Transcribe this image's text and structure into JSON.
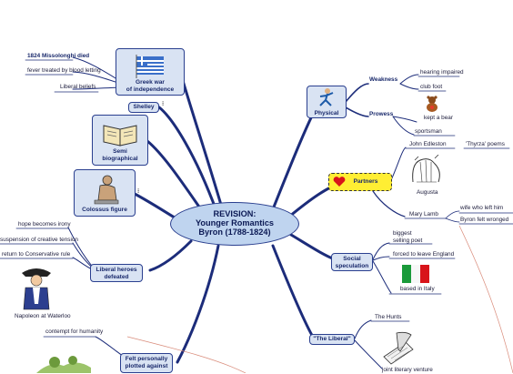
{
  "center": {
    "line1": "REVISION:",
    "line2": "Younger Romantics",
    "line3": "Byron (1788-1824)"
  },
  "topics": {
    "greek_war": {
      "label1": "Greek war",
      "label2": "of independence",
      "children": [
        "1824 Missolonghi died",
        "fever treated by blood letting",
        "Liberal beliefs"
      ]
    },
    "shelley": {
      "label": "Shelley"
    },
    "semi_bio": {
      "label1": "Semi",
      "label2": "biographical"
    },
    "colossus": {
      "label": "Colossus figure"
    },
    "liberal_heroes": {
      "label1": "Liberal heroes",
      "label2": "defeated",
      "children": [
        "hope becomes irony",
        "suspension of creative tension",
        "return to Conservative rule"
      ],
      "image_caption": "Napoleon at Waterloo"
    },
    "felt_plotted": {
      "label1": "Felt personally",
      "label2": "plotted against",
      "children": [
        "contempt for humanity"
      ]
    },
    "physical": {
      "label": "Physical",
      "weakness": {
        "label": "Weakness",
        "children": [
          "hearing impaired",
          "club foot"
        ]
      },
      "prowess": {
        "label": "Prowess",
        "children": [
          "kept a bear",
          "sportsman"
        ]
      }
    },
    "partners": {
      "label": "Partners",
      "children": [
        "John Edleston",
        "'Thyrza' poems",
        "Augusta",
        "Mary Lamb",
        "wife who left him",
        "Byron felt wronged"
      ]
    },
    "social": {
      "label1": "Social",
      "label2": "speculation",
      "children": [
        "biggest",
        "selling poet",
        "forced to leave England",
        "based in Italy"
      ]
    },
    "liberal": {
      "label": "\"The Liberal\"",
      "children": [
        "The Hunts",
        "joint literary venture"
      ]
    }
  },
  "colors": {
    "branch": "#1c2c7a",
    "node_fill": "#d9e3f3",
    "center_fill": "#bfd4ef",
    "highlight": "#ffee33"
  }
}
